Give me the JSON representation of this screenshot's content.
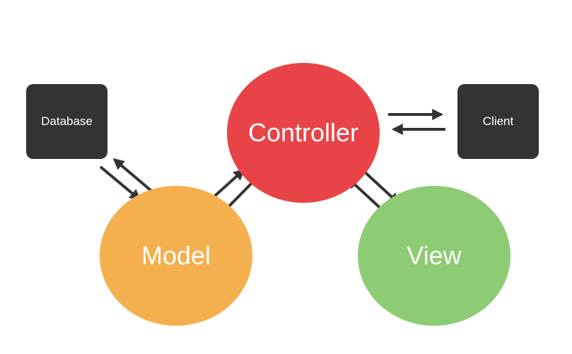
{
  "nodes": {
    "controller": {
      "label": "Controller",
      "color": "#e84447"
    },
    "model": {
      "label": "Model",
      "color": "#f4b04f"
    },
    "view": {
      "label": "View",
      "color": "#8dcc74"
    },
    "database": {
      "label": "Database",
      "color": "#333333"
    },
    "client": {
      "label": "Client",
      "color": "#333333"
    }
  },
  "connections": [
    {
      "from": "database",
      "to": "model",
      "bidirectional": true
    },
    {
      "from": "model",
      "to": "controller",
      "bidirectional": true
    },
    {
      "from": "controller",
      "to": "view",
      "bidirectional": true
    },
    {
      "from": "controller",
      "to": "client",
      "bidirectional": true
    }
  ],
  "arrow_color": "#333333"
}
